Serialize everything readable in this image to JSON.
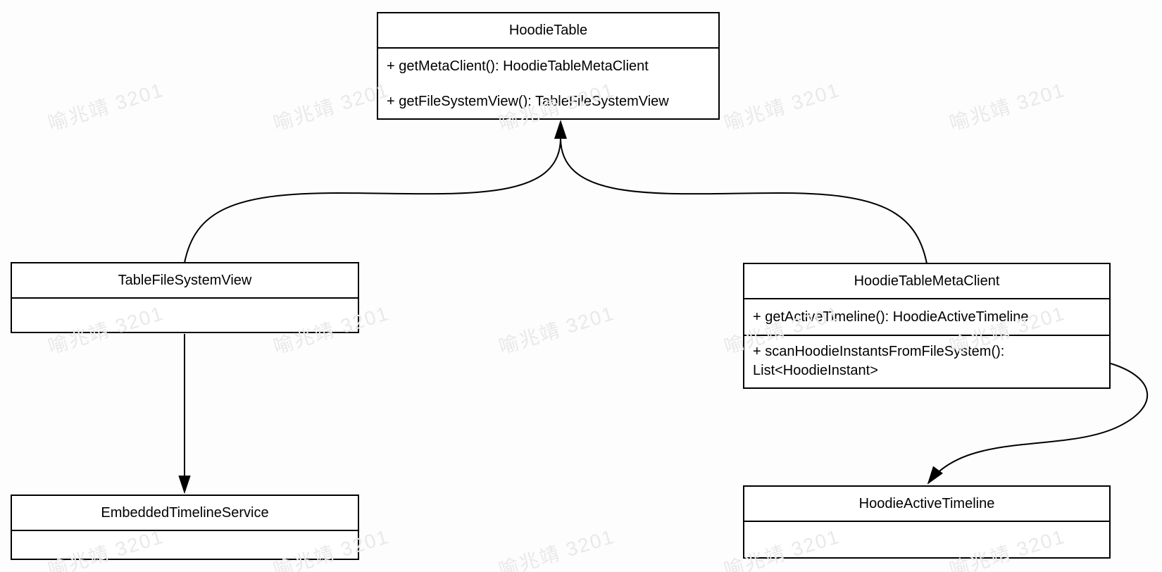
{
  "diagram": {
    "type": "uml-class-diagram",
    "watermark": {
      "text": "喻兆靖 3201",
      "color": "#e9e9e9"
    },
    "colors": {
      "stroke": "#000000",
      "box_fill": "#ffffff",
      "text": "#000000"
    },
    "classes": [
      {
        "name": "HoodieTable",
        "sections": [
          {
            "lines": [
              "+ getMetaClient(): HoodieTableMetaClient",
              "+ getFileSystemView(): TableFileSystemView"
            ]
          }
        ]
      },
      {
        "name": "TableFileSystemView",
        "sections": [
          {
            "lines": []
          }
        ]
      },
      {
        "name": "HoodieTableMetaClient",
        "sections": [
          {
            "lines": [
              "+ getActiveTimeline(): HoodieActiveTimeline"
            ]
          },
          {
            "lines": [
              "+ scanHoodieInstantsFromFileSystem(): List<HoodieInstant>"
            ]
          }
        ]
      },
      {
        "name": "EmbeddedTimelineService",
        "sections": [
          {
            "lines": []
          }
        ]
      },
      {
        "name": "HoodieActiveTimeline",
        "sections": [
          {
            "lines": []
          }
        ]
      }
    ],
    "relationships": [
      {
        "from": "TableFileSystemView",
        "to": "HoodieTable",
        "style": "curved",
        "arrowhead": "filled"
      },
      {
        "from": "HoodieTableMetaClient",
        "to": "HoodieTable",
        "style": "curved",
        "arrowhead": "filled"
      },
      {
        "from": "TableFileSystemView",
        "to": "EmbeddedTimelineService",
        "style": "straight",
        "arrowhead": "filled"
      },
      {
        "from": "HoodieTableMetaClient",
        "to": "HoodieActiveTimeline",
        "style": "s-curve",
        "arrowhead": "filled"
      }
    ]
  }
}
